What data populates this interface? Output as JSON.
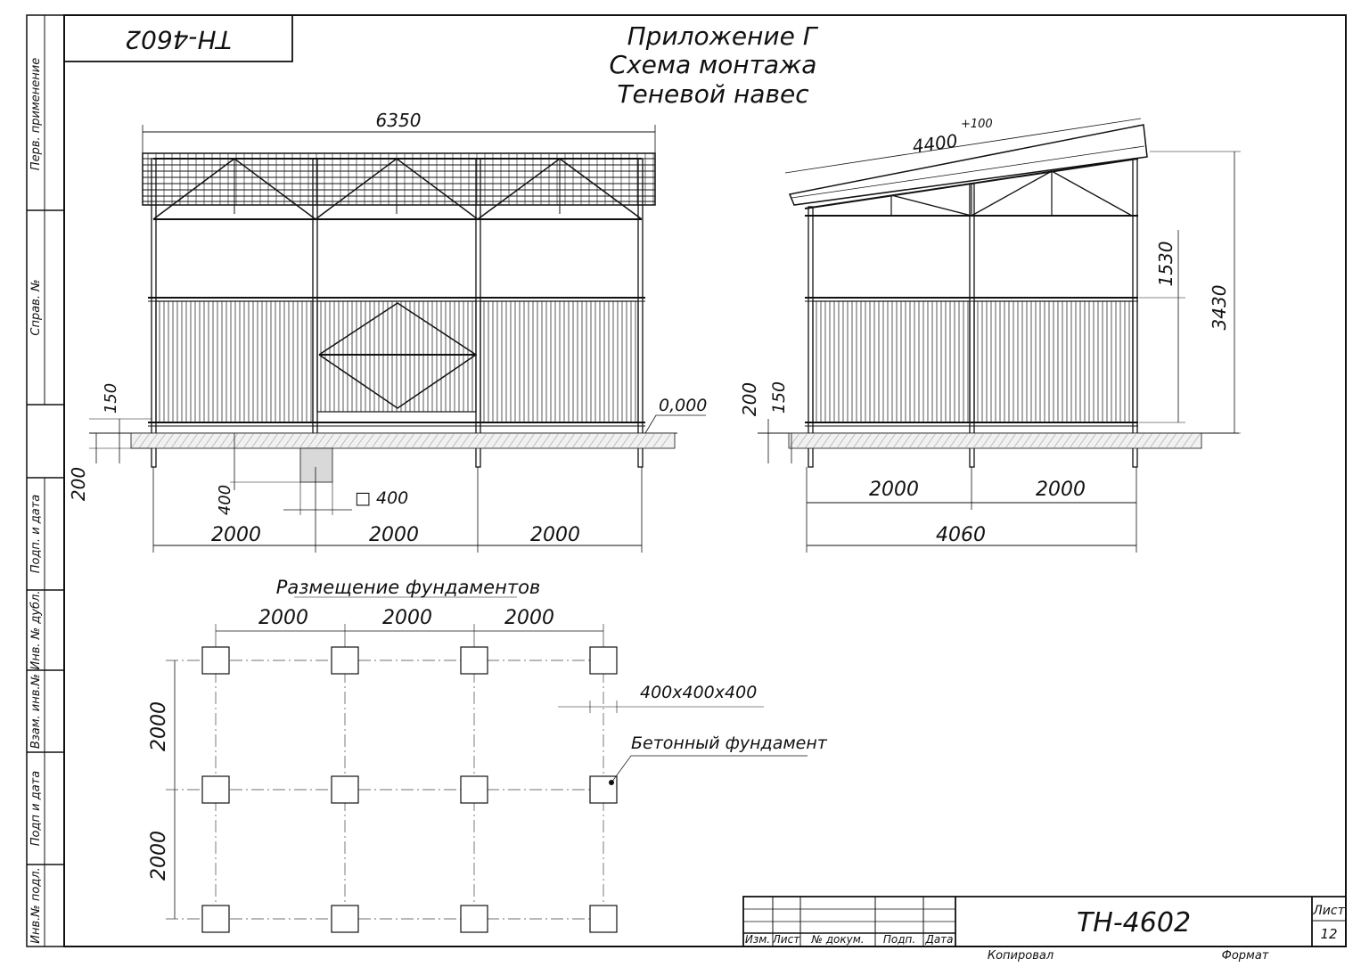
{
  "stamp_code_rotated": "ТН-4602",
  "title_lines": [
    "Приложение Г",
    "Схема монтажа",
    "Теневой навес"
  ],
  "side_labels": [
    "Перв. применение",
    "Справ. №",
    "Подп. и дата",
    "Инв. № дубл.",
    "Взам. инв.№",
    "Подп и дата",
    "Инв.№ подл."
  ],
  "front_view": {
    "overall_width": "6350",
    "bay_1": "2000",
    "bay_2": "2000",
    "bay_3": "2000",
    "dim_150": "150",
    "dim_200": "200",
    "dim_400": "400",
    "post_section": "□ 400",
    "level_mark": "0,000"
  },
  "side_view": {
    "roof_length": "4400",
    "roof_tolerance": "+100",
    "height_total": "3430",
    "height_upper": "1530",
    "dim_200": "200",
    "dim_150": "150",
    "bay_1": "2000",
    "bay_2": "2000",
    "overall_width": "4060"
  },
  "foundation_plan": {
    "title": "Размещение фундаментов",
    "spacing_x": [
      "2000",
      "2000",
      "2000"
    ],
    "spacing_y": [
      "2000",
      "2000"
    ],
    "block_size": "400х400х400",
    "callout": "Бетонный фундамент"
  },
  "title_block": {
    "col_headers": [
      "Изм.",
      "Лист",
      "№ докум.",
      "Подп.",
      "Дата"
    ],
    "code": "ТН-4602",
    "sheet_label": "Лист",
    "sheet_number": "12",
    "copied_label": "Копировал",
    "format_label": "Формат"
  }
}
